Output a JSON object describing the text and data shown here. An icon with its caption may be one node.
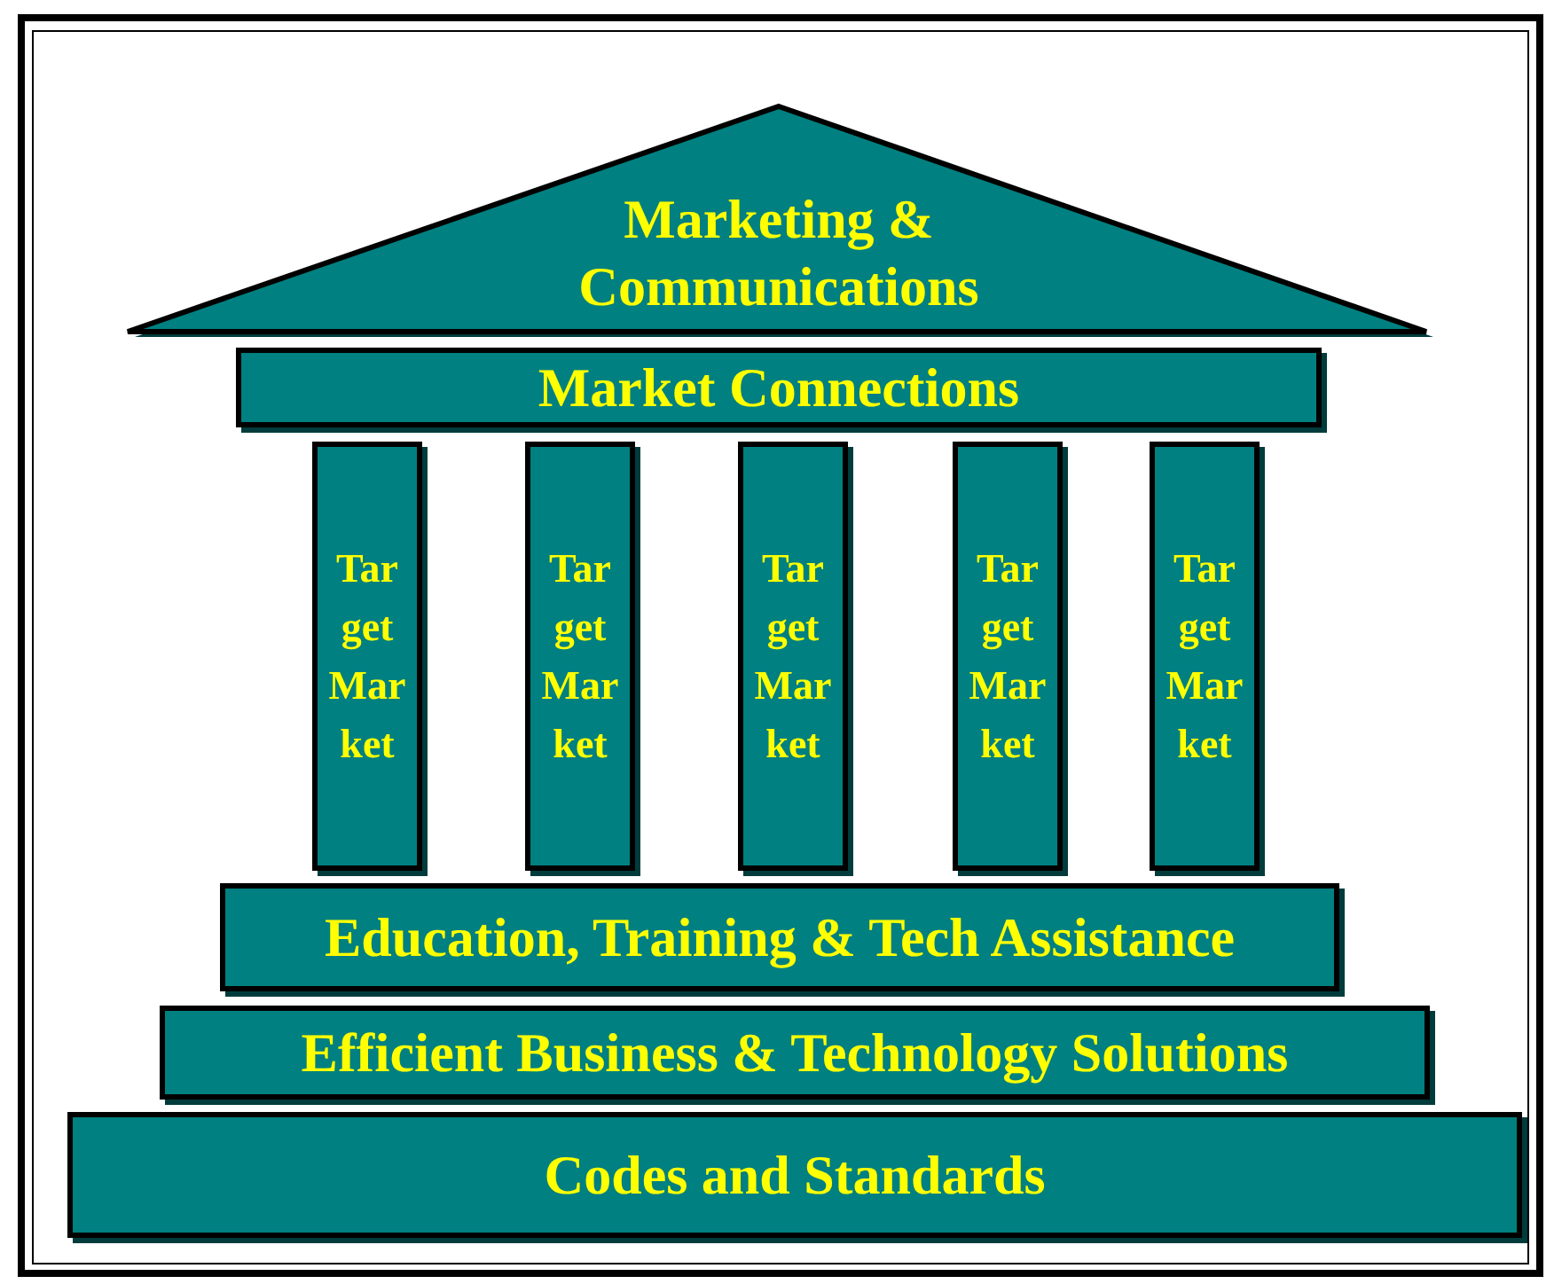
{
  "diagram": {
    "nodes": [
      {
        "text": [
          "Marketing & Communications"
        ]
      },
      {
        "text": [
          "Market Connections"
        ]
      },
      {
        "text": [
          "Target Market"
        ]
      },
      {
        "text": [
          "Target Market"
        ]
      },
      {
        "text": [
          "Target Market"
        ]
      },
      {
        "text": [
          "Target Market"
        ]
      },
      {
        "text": [
          "Target Market"
        ]
      },
      {
        "text": [
          "Education, Training & Tech Assistance"
        ]
      },
      {
        "text": [
          "Efficient Business & Technology Solutions"
        ]
      },
      {
        "text": [
          "Codes and Standards"
        ]
      }
    ]
  }
}
